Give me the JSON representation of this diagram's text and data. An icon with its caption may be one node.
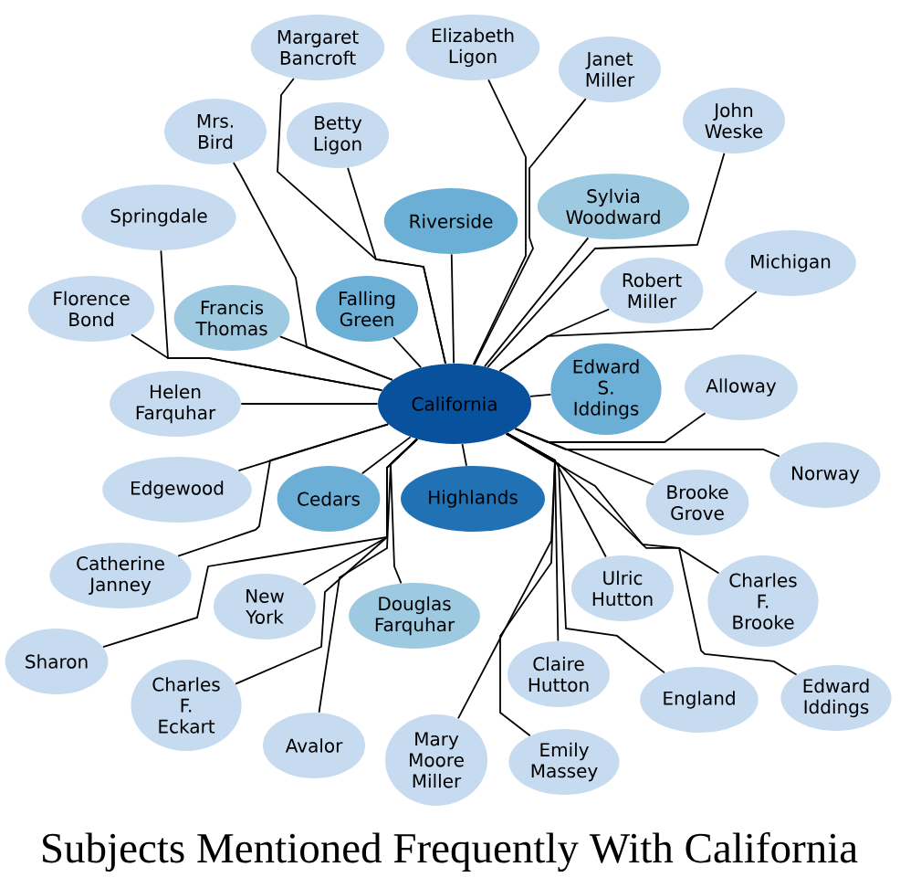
{
  "diagram": {
    "title": "Subjects Mentioned Frequently With California",
    "nodes": [
      {
        "text": [
          "Margaret Bancroft"
        ]
      },
      {
        "text": [
          "Elizabeth Ligon"
        ]
      },
      {
        "text": [
          "Janet Miller"
        ]
      },
      {
        "text": [
          "Mrs. Bird"
        ]
      },
      {
        "text": [
          "John Weske"
        ]
      },
      {
        "text": [
          "Betty Ligon"
        ]
      },
      {
        "text": [
          "Sylvia Woodward"
        ]
      },
      {
        "text": [
          "Springdale"
        ]
      },
      {
        "text": [
          "Robert Miller"
        ]
      },
      {
        "text": [
          "Riverside"
        ]
      },
      {
        "text": [
          "Michigan"
        ]
      },
      {
        "text": [
          "Francis Thomas"
        ]
      },
      {
        "text": [
          "Florence Bond"
        ]
      },
      {
        "text": [
          "Edward Iddings"
        ]
      },
      {
        "text": [
          "Falling Green"
        ]
      },
      {
        "text": [
          "Helen Farquhar"
        ]
      },
      {
        "text": [
          "Alloway"
        ]
      },
      {
        "text": [
          "Edward S. Iddings"
        ]
      },
      {
        "text": [
          "California"
        ]
      },
      {
        "text": [
          "Catherine Janney"
        ]
      },
      {
        "text": [
          "Norway"
        ]
      },
      {
        "text": [
          "Cedars"
        ]
      },
      {
        "text": [
          "Highlands"
        ]
      },
      {
        "text": [
          "Brooke Grove"
        ]
      },
      {
        "text": [
          "Edgewood"
        ]
      },
      {
        "text": [
          "Ulric Hutton"
        ]
      },
      {
        "text": [
          "Charles F. Brooke"
        ]
      },
      {
        "text": [
          "Sharon"
        ]
      },
      {
        "text": [
          "New York"
        ]
      },
      {
        "text": [
          "Douglas Farquhar"
        ]
      },
      {
        "text": [
          "Claire Hutton"
        ]
      },
      {
        "text": [
          "England"
        ]
      },
      {
        "text": [
          "Charles F. Eckart"
        ]
      },
      {
        "text": [
          "Avalor"
        ]
      },
      {
        "text": [
          "Emily Massey"
        ]
      },
      {
        "text": [
          "Mary Moore Miller"
        ]
      }
    ],
    "edges": [
      {
        "from": 18,
        "to": 0,
        "arrow": "none"
      },
      {
        "from": 18,
        "to": 1,
        "arrow": "none"
      },
      {
        "from": 18,
        "to": 2,
        "arrow": "none"
      },
      {
        "from": 18,
        "to": 3,
        "arrow": "none"
      },
      {
        "from": 18,
        "to": 4,
        "arrow": "none"
      },
      {
        "from": 18,
        "to": 5,
        "arrow": "none"
      },
      {
        "from": 18,
        "to": 6,
        "arrow": "none"
      },
      {
        "from": 18,
        "to": 7,
        "arrow": "none"
      },
      {
        "from": 18,
        "to": 8,
        "arrow": "none"
      },
      {
        "from": 18,
        "to": 9,
        "arrow": "none"
      },
      {
        "from": 18,
        "to": 10,
        "arrow": "none"
      },
      {
        "from": 18,
        "to": 11,
        "arrow": "none"
      },
      {
        "from": 18,
        "to": 12,
        "arrow": "none"
      },
      {
        "from": 18,
        "to": 13,
        "arrow": "none"
      },
      {
        "from": 18,
        "to": 14,
        "arrow": "none"
      },
      {
        "from": 18,
        "to": 15,
        "arrow": "none"
      },
      {
        "from": 18,
        "to": 16,
        "arrow": "none"
      },
      {
        "from": 18,
        "to": 17,
        "arrow": "none"
      },
      {
        "from": 18,
        "to": 19,
        "arrow": "none"
      },
      {
        "from": 18,
        "to": 20,
        "arrow": "none"
      },
      {
        "from": 18,
        "to": 21,
        "arrow": "none"
      },
      {
        "from": 18,
        "to": 22,
        "arrow": "none"
      },
      {
        "from": 18,
        "to": 23,
        "arrow": "none"
      },
      {
        "from": 18,
        "to": 24,
        "arrow": "none"
      },
      {
        "from": 18,
        "to": 25,
        "arrow": "none"
      },
      {
        "from": 18,
        "to": 26,
        "arrow": "none"
      },
      {
        "from": 18,
        "to": 27,
        "arrow": "none"
      },
      {
        "from": 18,
        "to": 28,
        "arrow": "none"
      },
      {
        "from": 18,
        "to": 29,
        "arrow": "none"
      },
      {
        "from": 18,
        "to": 30,
        "arrow": "none"
      },
      {
        "from": 18,
        "to": 31,
        "arrow": "none"
      },
      {
        "from": 18,
        "to": 32,
        "arrow": "none"
      },
      {
        "from": 18,
        "to": 33,
        "arrow": "none"
      },
      {
        "from": 18,
        "to": 34,
        "arrow": "none"
      },
      {
        "from": 18,
        "to": 35,
        "arrow": "none"
      }
    ]
  }
}
